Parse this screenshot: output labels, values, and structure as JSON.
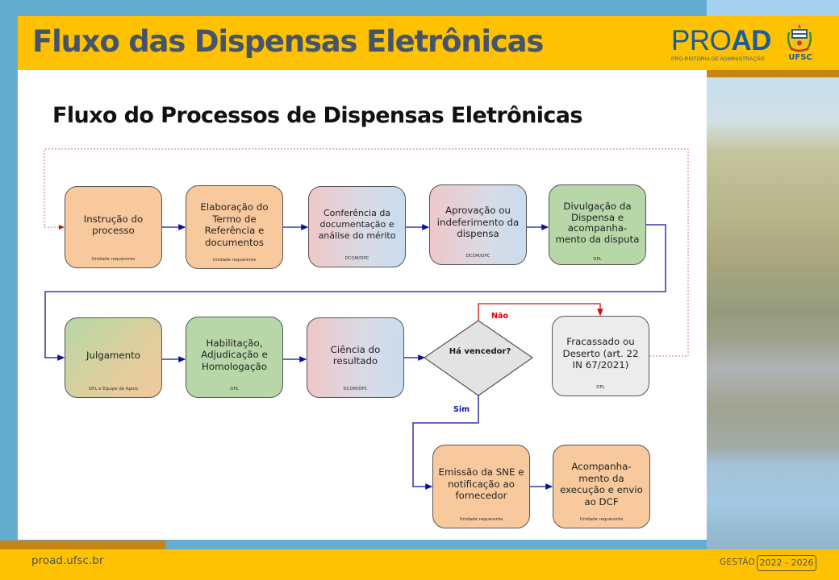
{
  "header": {
    "title": "Fluxo das Dispensas Eletrônicas",
    "logo": {
      "proad_regular": "PRO",
      "proad_bold": "AD",
      "proad_subtitle": "PRÓ-REITORIA DE ADMINISTRAÇÃO",
      "ufsc": "UFSC"
    }
  },
  "main_title": "Fluxo do Processos de Dispensas Eletrônicas",
  "flow": {
    "steps": [
      {
        "id": "instrucao",
        "text": "Instrução do processo",
        "owner": "Unidade requerente",
        "color": "orange"
      },
      {
        "id": "elaboracao",
        "text": "Elaboração do Termo de Referência e documentos",
        "owner": "Unidade requerente",
        "color": "orange"
      },
      {
        "id": "conferencia",
        "text": "Conferência da documentação e análise do mérito",
        "owner": "DCOM/DPC",
        "color": "pinkblue"
      },
      {
        "id": "aprovacao",
        "text": "Aprovação ou indeferimento da dispensa",
        "owner": "DCOM/DPC",
        "color": "pinkblue"
      },
      {
        "id": "divulgacao",
        "text": "Divulgação da Dispensa e acompanha-mento da disputa",
        "owner": "DPL",
        "color": "green"
      },
      {
        "id": "julgamento",
        "text": "Julgamento",
        "owner": "DPL e Equipe de Apoio",
        "color": "greenorange"
      },
      {
        "id": "habilitacao",
        "text": "Habilitação, Adjudicação e Homologação",
        "owner": "DPL",
        "color": "green"
      },
      {
        "id": "ciencia",
        "text": "Ciência do resultado",
        "owner": "DCOM/DPC",
        "color": "pinkblue"
      },
      {
        "id": "fracassado",
        "text": "Fracassado ou Deserto (art. 22 IN 67/2021)",
        "owner": "DPL",
        "color": "grey"
      },
      {
        "id": "emissao",
        "text": "Emissão da SNE e notificação ao fornecedor",
        "owner": "Unidade requerente",
        "color": "orange"
      },
      {
        "id": "acompanhamento",
        "text": "Acompanha-mento da execução e envio ao DCF",
        "owner": "Unidade requerente",
        "color": "orange"
      }
    ],
    "decision": {
      "text": "Há vencedor?",
      "no_label": "Não",
      "yes_label": "Sim"
    },
    "colors": {
      "flow_line": "#1010a0",
      "no_line": "#d01010",
      "loop_dotted": "#d07070"
    }
  },
  "footer": {
    "url": "proad.ufsc.br",
    "gestao_label": "GESTÃO",
    "years": "2022 - 2026"
  },
  "colors": {
    "yellow": "#fec202",
    "ochre": "#c78515",
    "blue_bg": "#64acd0",
    "title_slate": "#45546b",
    "proad_blue": "#1d5c99"
  }
}
